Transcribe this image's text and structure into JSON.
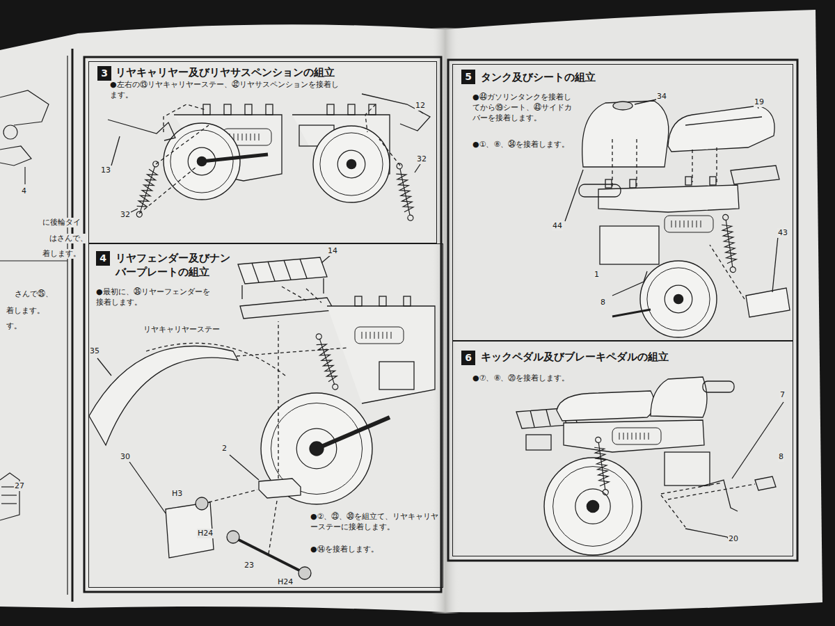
{
  "diagram": {
    "nodes": [
      {
        "text": [
          "リヤキャリヤー及びリヤサスペンションの組立",
          "●左右の⑬リヤキャリヤーステー、㉜リヤサスペンションを接着します。"
        ]
      },
      {
        "text": [
          "3"
        ],
        "in": 0
      },
      {
        "text": [
          "リヤフェンダー及びナンバープレートの組立",
          "●最初に、㉟リヤーフェンダーを接着します。",
          "●②、㉓、㉚を組立て、リヤキャリヤーステーに接着します。",
          "●⑭を接着します。"
        ]
      },
      {
        "text": [
          "4"
        ],
        "in": 2
      },
      {
        "text": [
          "タンク及びシートの組立",
          "●㊹ガソリンタンクを接着してから⑲シート、㊸サイドカバーを接着します。",
          "●①、⑧、㉞を接着します。"
        ]
      },
      {
        "text": [
          "5"
        ],
        "in": 4
      },
      {
        "text": [
          "キックペダル及びブレーキペダルの組立",
          "●⑦、⑧、⑳を接着します。"
        ]
      },
      {
        "text": [
          "6"
        ],
        "in": 6
      }
    ],
    "labels": [
      "4",
      "に後輪タイ",
      "はさんで、",
      "着します。",
      "さんで㉕、",
      "着します。",
      "す。",
      "27",
      "13",
      "32",
      "12",
      "32",
      "14",
      "リヤキャリヤーステー",
      "35",
      "2",
      "30",
      "H3",
      "H24",
      "23",
      "H24",
      "34",
      "19",
      "44",
      "43",
      "1",
      "8",
      "7",
      "8",
      "20"
    ]
  }
}
